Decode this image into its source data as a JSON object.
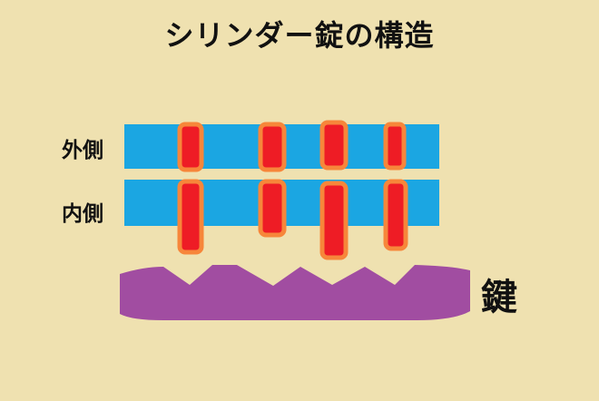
{
  "title": "シリンダー錠の構造",
  "labels": {
    "outer": "外側",
    "inner": "内側",
    "key": "鍵"
  },
  "colors": {
    "background": "#efe1b0",
    "cylinder": "#1ba6e2",
    "pin_fill": "#ee1c25",
    "pin_stroke": "#f7863a",
    "key": "#a14da1"
  }
}
